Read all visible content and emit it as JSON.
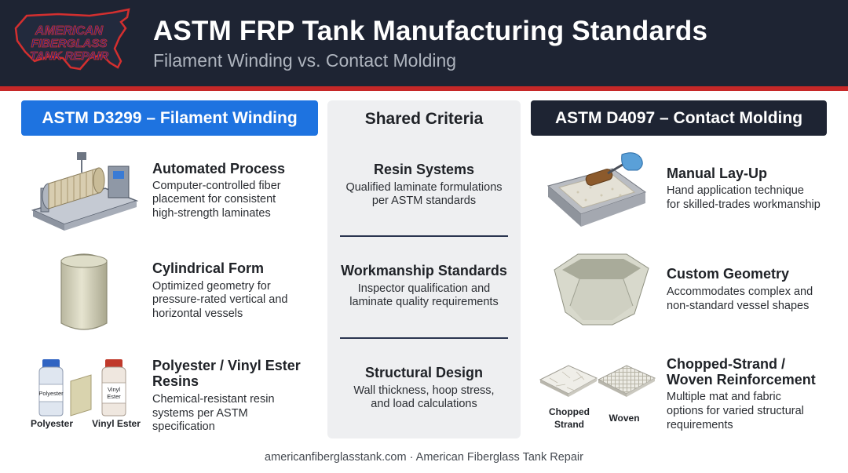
{
  "header": {
    "title": "ASTM FRP Tank Manufacturing Standards",
    "subtitle": "Filament Winding vs. Contact Molding",
    "logo_icon": "usa-map-logo-icon",
    "logo_lines": [
      "AMERICAN",
      "FIBERGLASS",
      "TANK REPAIR"
    ]
  },
  "colors": {
    "header_bg": "#1e2433",
    "accent_red": "#c62828",
    "accent_blue": "#1e73e0"
  },
  "left_column": {
    "heading": "ASTM D3299 – Filament Winding",
    "items": [
      {
        "icon": "filament-winding-machine-icon",
        "title": "Automated Process",
        "desc_lines": [
          "Computer-controlled fiber",
          "placement for consistent",
          "high-strength laminates"
        ]
      },
      {
        "icon": "cylindrical-tank-icon",
        "title": "Cylindrical Form",
        "desc_lines": [
          "Optimized geometry for",
          "pressure-rated vertical and",
          "horizontal vessels"
        ]
      },
      {
        "icon": "resin-bottles-icon",
        "title_lines": [
          "Polyester / Vinyl Ester",
          "Resins"
        ],
        "desc_lines": [
          "Chemical-resistant resin",
          "systems per ASTM",
          "specification"
        ],
        "labels": [
          "Polyester",
          "Vinyl Ester"
        ],
        "bottle_labels": [
          "Polyester",
          "Vinyl",
          "Ester"
        ]
      }
    ]
  },
  "shared": {
    "heading": "Shared Criteria",
    "items": [
      {
        "title": "Resin Systems",
        "desc_lines": [
          "Qualified laminate formulations",
          "per ASTM standards"
        ]
      },
      {
        "title": "Workmanship Standards",
        "desc_lines": [
          "Inspector qualification and",
          "laminate quality requirements"
        ]
      },
      {
        "title": "Structural Design",
        "desc_lines": [
          "Wall thickness, hoop stress,",
          "and load calculations"
        ]
      }
    ]
  },
  "right_column": {
    "heading": "ASTM D4097 – Contact Molding",
    "items": [
      {
        "icon": "hand-roller-layup-icon",
        "title": "Manual Lay-Up",
        "desc_lines": [
          "Hand application technique",
          "for skilled-trades workmanship"
        ]
      },
      {
        "icon": "custom-vessel-icon",
        "title": "Custom Geometry",
        "desc_lines": [
          "Accommodates complex and",
          "non-standard vessel shapes"
        ]
      },
      {
        "icon": "fiber-mat-samples-icon",
        "title_lines": [
          "Chopped-Strand /",
          "Woven Reinforcement"
        ],
        "desc_lines": [
          "Multiple mat and fabric",
          "options for varied structural",
          "requirements"
        ],
        "labels": [
          "Chopped Strand",
          "Woven"
        ],
        "label_lines": [
          "Chopped",
          "Strand"
        ]
      }
    ]
  },
  "footer": {
    "text": "americanfiberglasstank.com · American Fiberglass Tank Repair"
  }
}
